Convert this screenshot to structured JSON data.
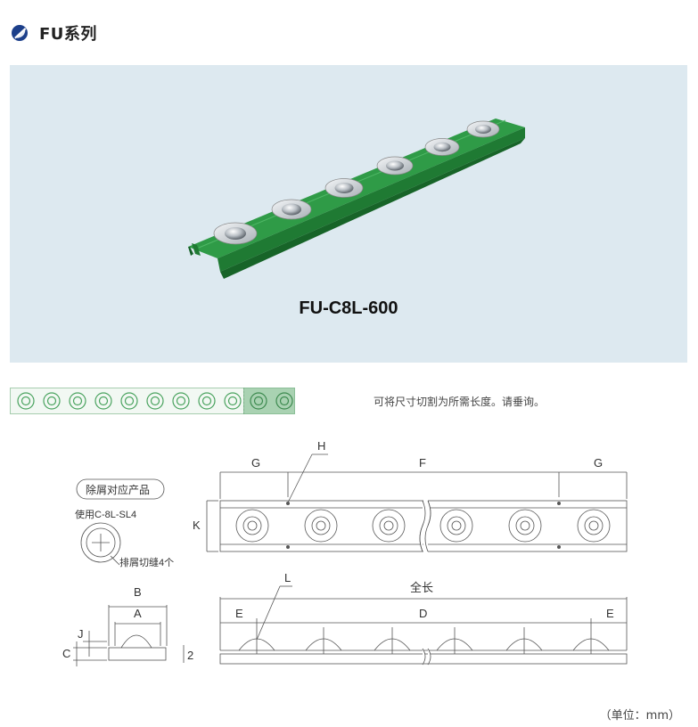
{
  "header": {
    "title": "FU系列",
    "icon": "half-moon-icon"
  },
  "hero": {
    "model": "FU-C8L-600"
  },
  "strip": {
    "note": "可将尺寸切割为所需长度。请垂询。"
  },
  "drawing": {
    "badge": "除屑对应产品",
    "usage": "使用C-8L-SL4",
    "slit_note": "排屑切缝4个",
    "labels": {
      "G": "G",
      "F": "F",
      "H": "H",
      "K": "K",
      "L": "L",
      "total": "全长",
      "E": "E",
      "D": "D",
      "A": "A",
      "B": "B",
      "C": "C",
      "J": "J",
      "two": "2"
    }
  },
  "footer": {
    "unit": "（单位：mm）"
  },
  "colors": {
    "rail_green": "#2e9a46",
    "hero_bg": "#dde9f0",
    "strip_green": "#7fbf8c",
    "line": "#555555"
  }
}
